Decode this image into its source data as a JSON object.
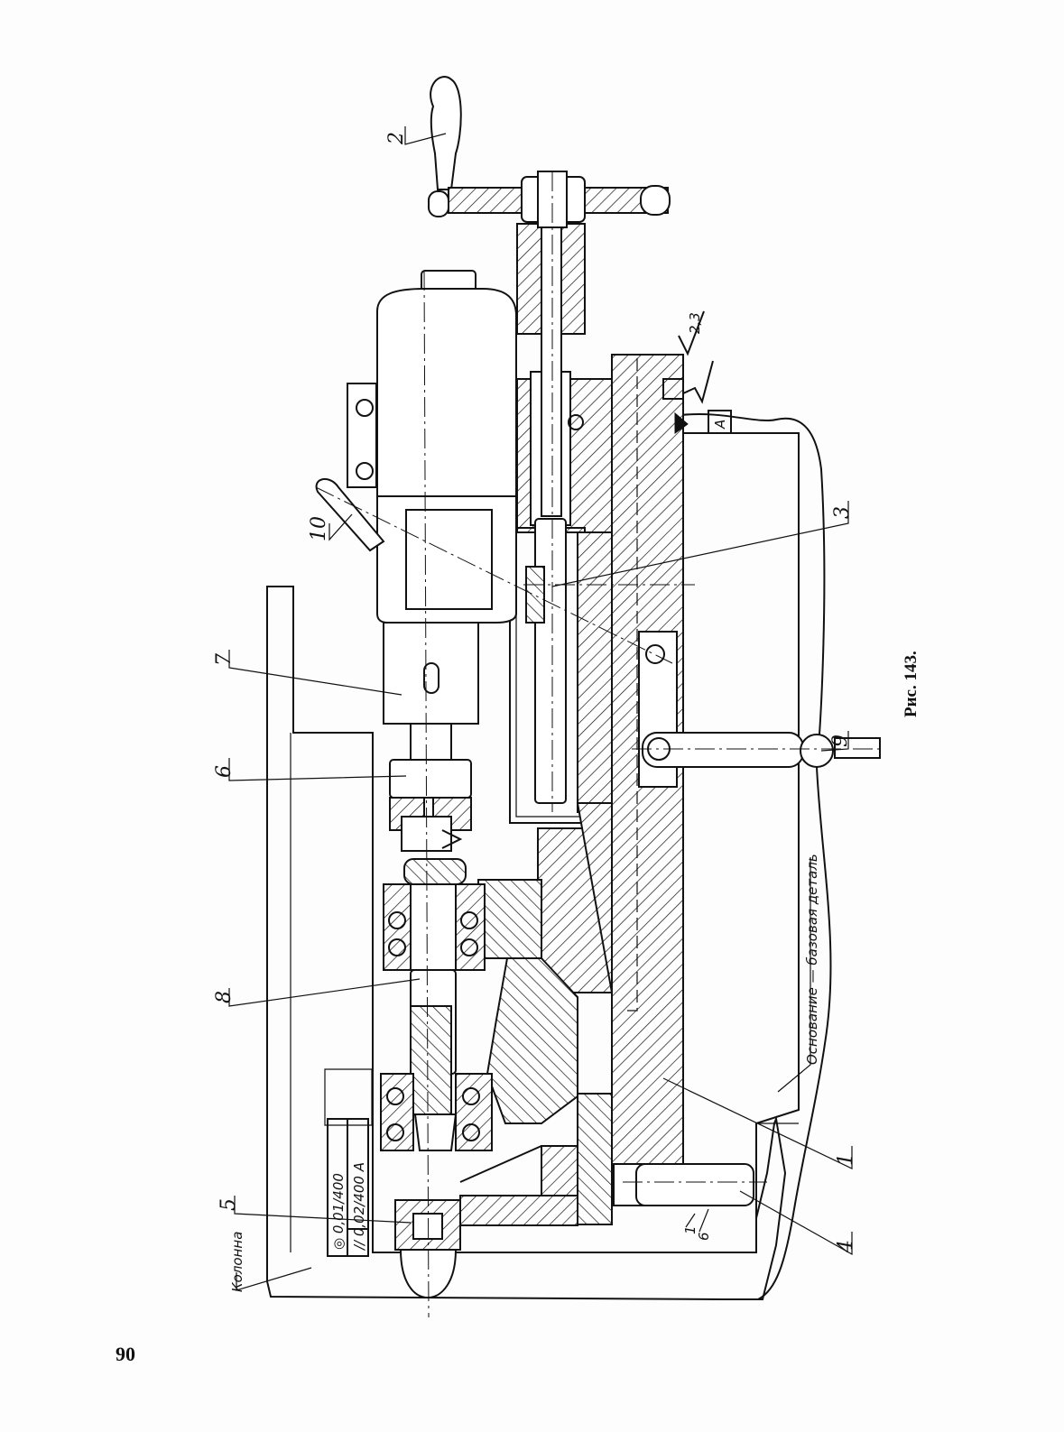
{
  "page": {
    "number": "90"
  },
  "figure": {
    "caption": "Рис. 143.",
    "callouts": [
      "1",
      "2",
      "3",
      "4",
      "5",
      "6",
      "7",
      "8",
      "9",
      "10"
    ],
    "base_label": "Основание — базовая деталь",
    "column_label": "Колонна",
    "surface_finish": "2,3",
    "datum": "A",
    "tolerance_frame": {
      "row1": "◎ 0,01/400",
      "row2": "// 0,02/400 A"
    },
    "small_marks": [
      "1",
      "6"
    ]
  }
}
